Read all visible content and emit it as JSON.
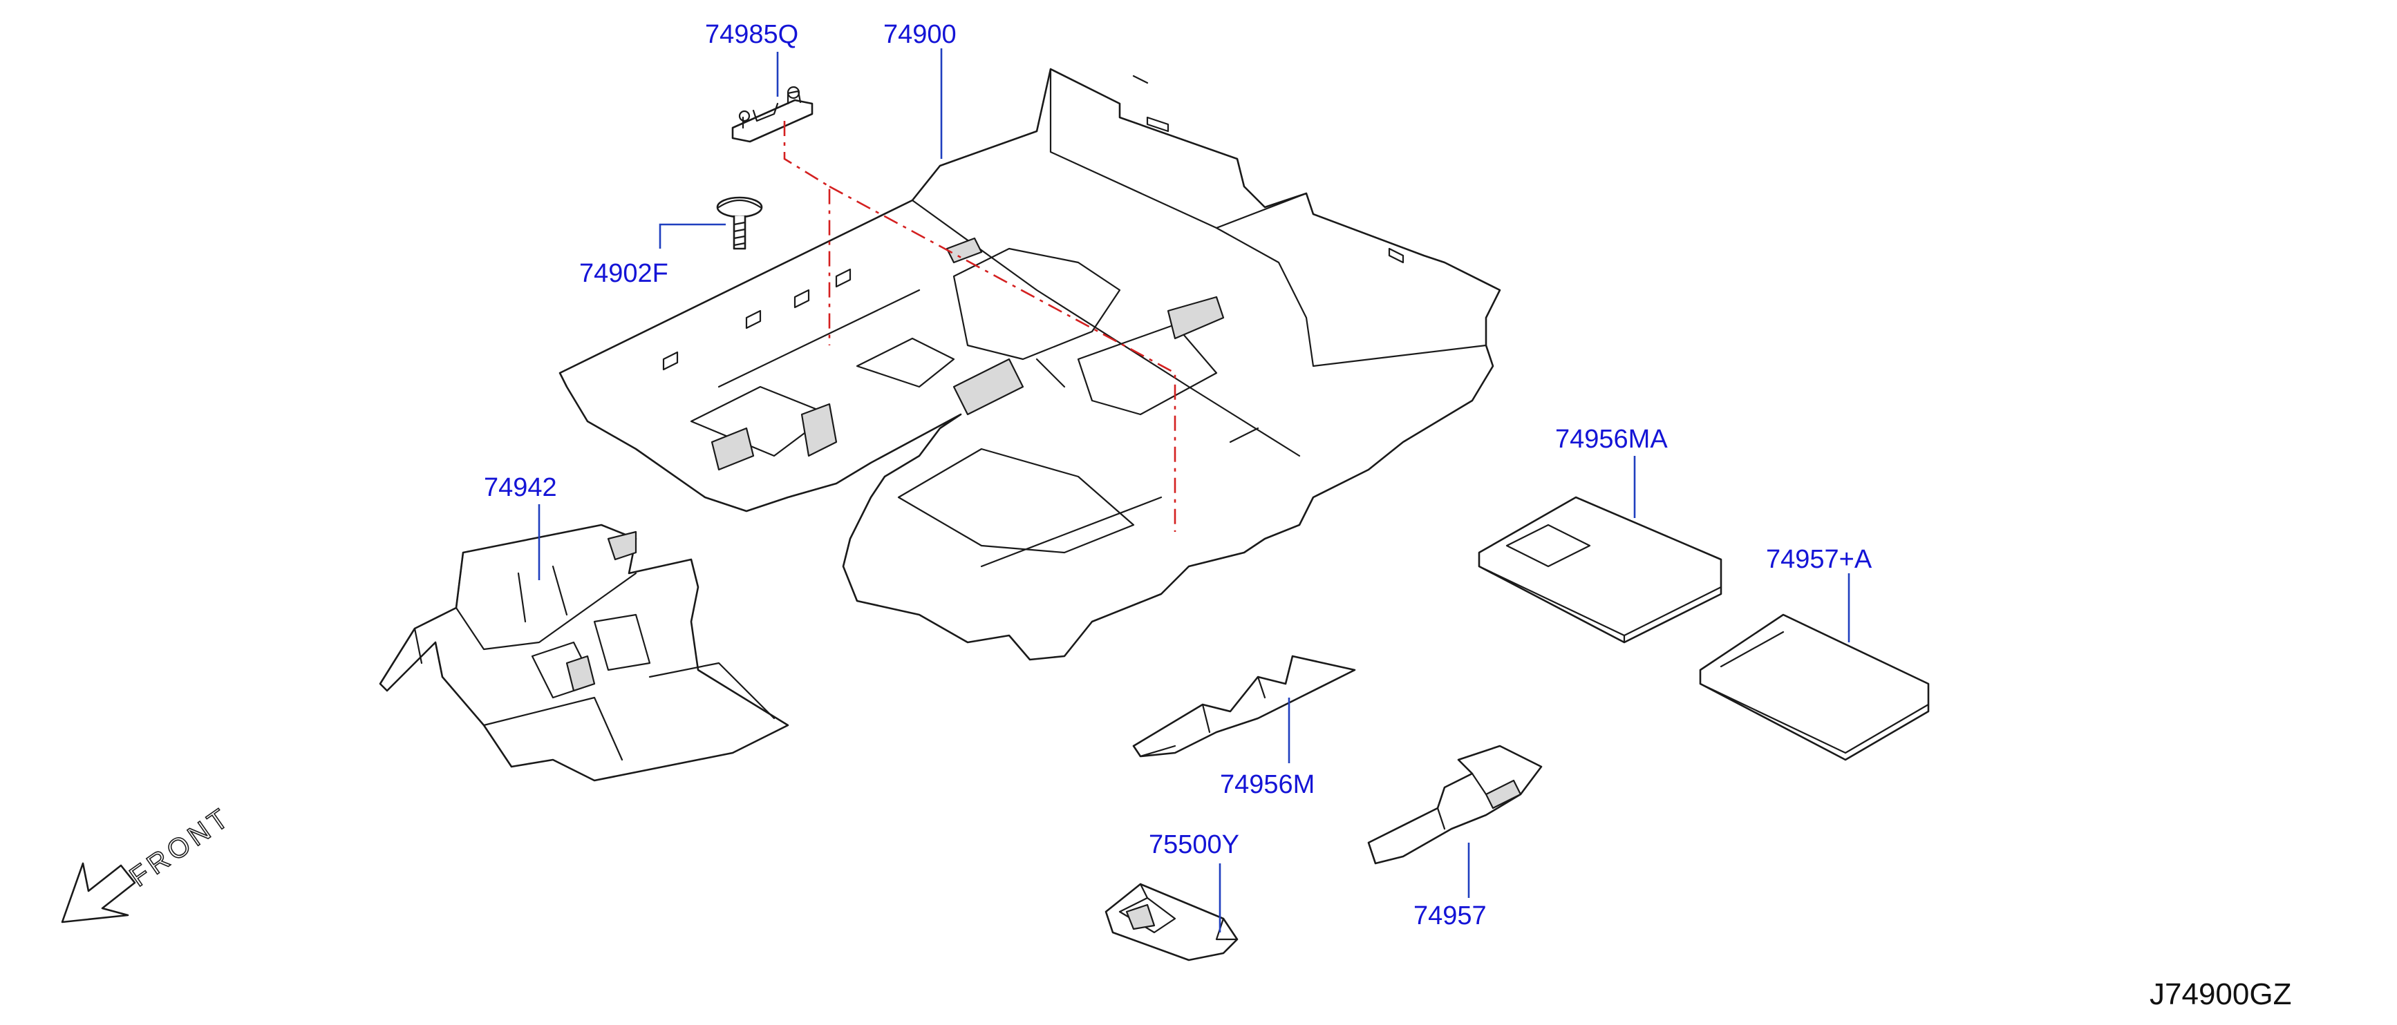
{
  "callouts": {
    "p74985Q": "74985Q",
    "p74900": "74900",
    "p74902F": "74902F",
    "p74942": "74942",
    "p74956MA": "74956MA",
    "p74957A": "74957+A",
    "p74956M": "74956M",
    "p75500Y": "75500Y",
    "p74957": "74957"
  },
  "front_label": "FRONT",
  "diagram_id": "J74900GZ",
  "colors": {
    "callout_text": "#1414d6",
    "leader_line": "#1f3fbf",
    "dashed_relation": "#d42020",
    "line_art": "#1a1a1a"
  }
}
